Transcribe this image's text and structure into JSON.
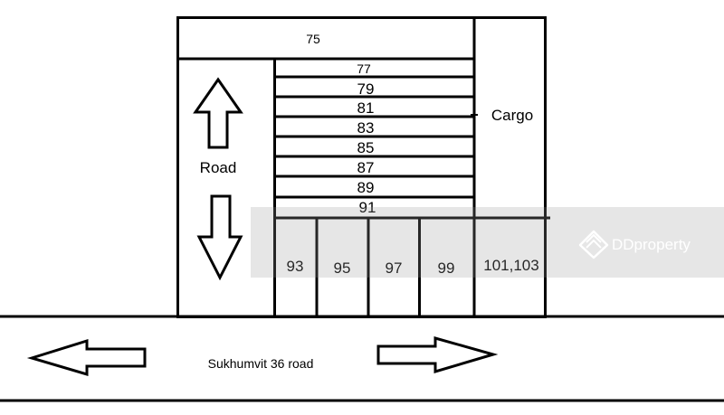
{
  "top_lot": "75",
  "row_lots": [
    "77",
    "79",
    "81",
    "83",
    "85",
    "87",
    "89",
    "91"
  ],
  "bottom_lots": [
    "93",
    "95",
    "97",
    "99",
    "101,103"
  ],
  "side_road": "Road",
  "cargo": "Cargo",
  "main_road": "Sukhumvit 36 road",
  "watermark": "DDproperty"
}
